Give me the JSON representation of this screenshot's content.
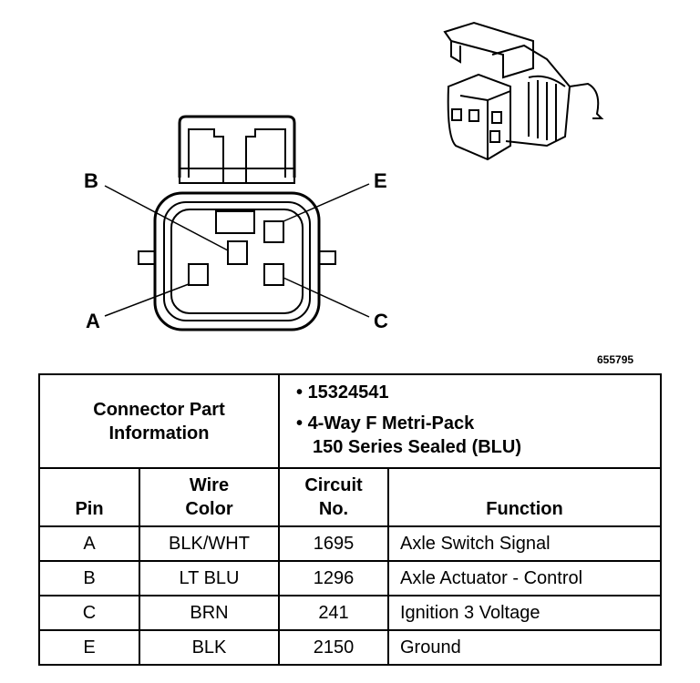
{
  "diagram": {
    "figure_number": "655795",
    "pin_labels": {
      "B": "B",
      "E": "E",
      "A": "A",
      "C": "C"
    }
  },
  "part_info": {
    "label": "Connector Part Information",
    "items": [
      "15324541",
      "4-Way F Metri-Pack",
      "150 Series Sealed (BLU)"
    ]
  },
  "table": {
    "headers": {
      "pin": "Pin",
      "wire_color": "Wire Color",
      "circuit_no": "Circuit No.",
      "function": "Function"
    },
    "rows": [
      {
        "pin": "A",
        "wire_color": "BLK/WHT",
        "circuit_no": "1695",
        "function": "Axle Switch Signal"
      },
      {
        "pin": "B",
        "wire_color": "LT BLU",
        "circuit_no": "1296",
        "function": "Axle Actuator - Control"
      },
      {
        "pin": "C",
        "wire_color": "BRN",
        "circuit_no": "241",
        "function": "Ignition 3 Voltage"
      },
      {
        "pin": "E",
        "wire_color": "BLK",
        "circuit_no": "2150",
        "function": "Ground"
      }
    ]
  }
}
